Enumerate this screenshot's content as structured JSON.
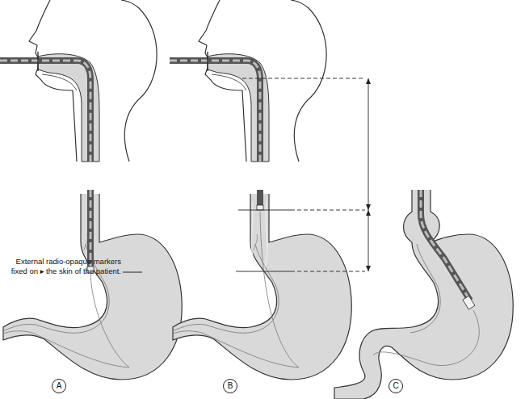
{
  "diagram": {
    "nodes": [
      {
        "text": [
          "A"
        ]
      },
      {
        "text": [
          "B"
        ]
      },
      {
        "text": [
          "C"
        ]
      }
    ],
    "labels": [
      "External radio-opaque markers fixed on ▸ the skin of the patient."
    ]
  }
}
